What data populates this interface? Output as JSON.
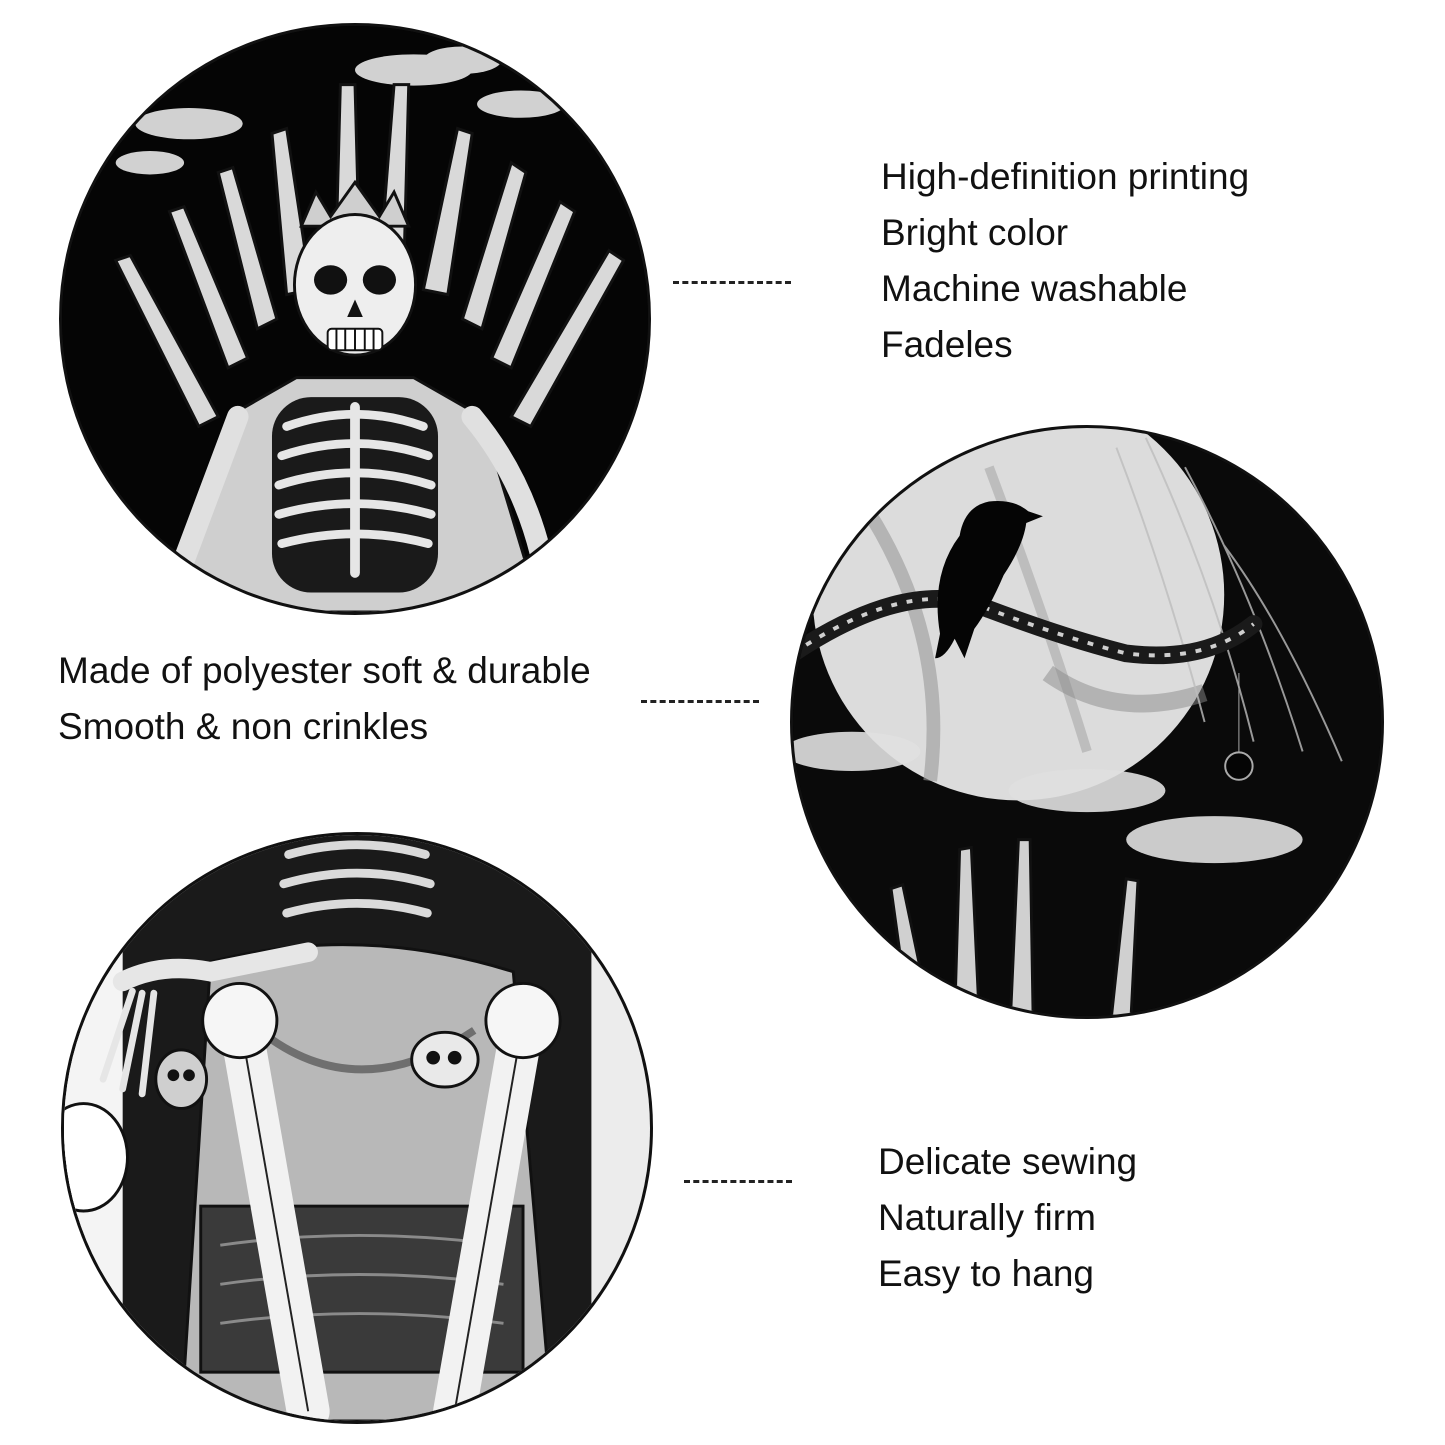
{
  "features_top": [
    "High-definition printing",
    "Bright color",
    "Machine washable",
    "Fadeles"
  ],
  "features_middle": [
    "Made of polyester soft & durable",
    "Smooth & non crinkles"
  ],
  "features_bottom": [
    "Delicate sewing",
    "Naturally firm",
    "Easy to hang"
  ],
  "images": {
    "top": "skeleton-on-throne-closeup",
    "middle": "raven-on-branch-moon-closeup",
    "bottom": "skeleton-legs-throne-closeup"
  },
  "colors": {
    "ink": "#111111",
    "background": "#ffffff",
    "moon": "#dcdcdc"
  }
}
